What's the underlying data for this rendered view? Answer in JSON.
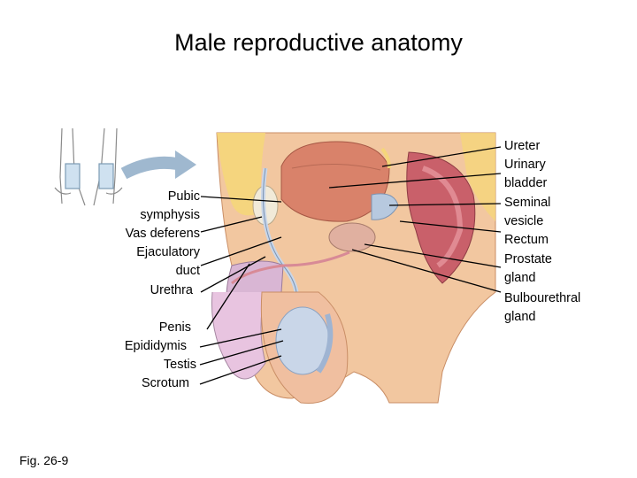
{
  "title": "Male reproductive anatomy",
  "figure_label": "Fig. 26-9",
  "left_labels": [
    "Pubic",
    "symphysis",
    "Vas deferens",
    "Ejaculatory",
    "duct",
    "Urethra",
    "Penis",
    "Epididymis",
    "Testis",
    "Scrotum"
  ],
  "right_labels": [
    "Ureter",
    "Urinary",
    "bladder",
    "Seminal",
    "vesicle",
    "Rectum",
    "Prostate",
    "gland",
    "Bulbourethral",
    "gland"
  ],
  "colors": {
    "skin": "#f2c7a0",
    "skin_shadow": "#e3a77b",
    "bladder": "#d9826a",
    "testis": "#c9d6e8",
    "fat": "#f5d67a",
    "rectum": "#c9606a",
    "vessel": "#8a9fc8",
    "leader_line": "#000000"
  }
}
